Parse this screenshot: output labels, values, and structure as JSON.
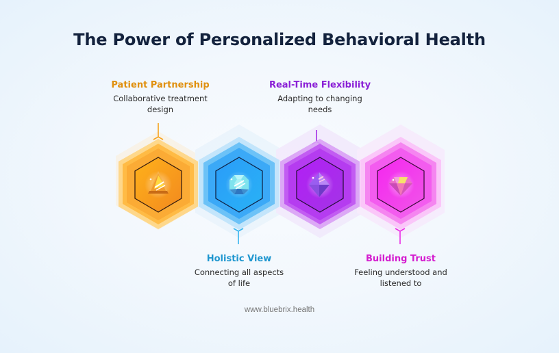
{
  "title": "The Power of Personalized Behavioral Health",
  "items": [
    {
      "title": "Patient Partnership",
      "description_line1": "Collaborative treatment",
      "description_line2": "design",
      "color": "#e0900f",
      "icon": "triangle-gem-icon",
      "position": "top"
    },
    {
      "title": "Holistic View",
      "description_line1": "Connecting all aspects",
      "description_line2": "of life",
      "color": "#1e96cf",
      "icon": "round-gem-icon",
      "position": "bottom"
    },
    {
      "title": "Real-Time Flexibility",
      "description_line1": "Adapting to changing",
      "description_line2": "needs",
      "color": "#8a1fd6",
      "icon": "diamond-gem-icon",
      "position": "top"
    },
    {
      "title": "Building Trust",
      "description_line1": "Feeling understood and",
      "description_line2": "listened to",
      "color": "#d41ccf",
      "icon": "heart-diamond-icon",
      "position": "bottom"
    }
  ],
  "colors": {
    "orange": "#f7a21b",
    "blue": "#2ba3f5",
    "purple": "#b02ef0",
    "pink": "#f23cf0",
    "title": "#13223d"
  },
  "footer": "www.bluebrix.health"
}
